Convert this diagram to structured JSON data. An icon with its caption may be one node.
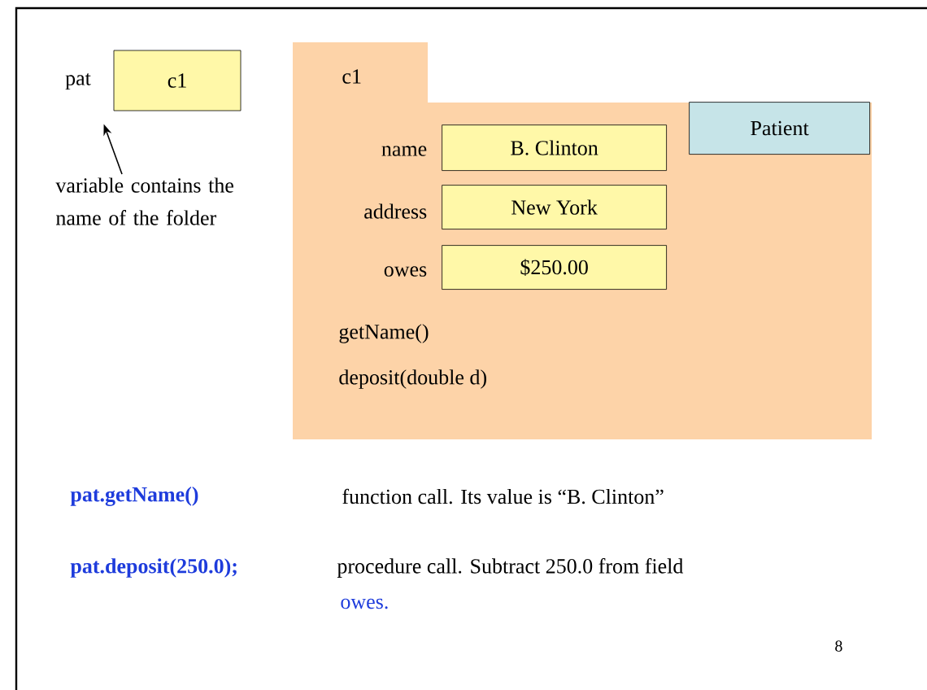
{
  "diagram": {
    "nodes": [
      {
        "text": [
          "c1"
        ],
        "beside": [
          "pat"
        ]
      },
      {
        "text": [
          "variable contains the name of the folder"
        ]
      },
      {
        "text": [
          "c1",
          "getName()",
          "deposit(double d)"
        ]
      },
      {
        "text": [
          "B. Clinton"
        ],
        "beside": [
          "name"
        ],
        "in": 2
      },
      {
        "text": [
          "New York"
        ],
        "beside": [
          "address"
        ],
        "in": 2
      },
      {
        "text": [
          "$250.00"
        ],
        "beside": [
          "owes"
        ],
        "in": 2
      },
      {
        "text": [
          "Patient"
        ],
        "in": 2
      }
    ],
    "edges": [
      {
        "from": 1,
        "to": 0,
        "arrow": "to"
      }
    ],
    "labels": [
      "pat.getName()",
      "function call. Its value is “B. Clinton”",
      "pat.deposit(250.0);",
      "procedure call. Subtract 250.0 from field",
      "owes.",
      "8"
    ]
  }
}
